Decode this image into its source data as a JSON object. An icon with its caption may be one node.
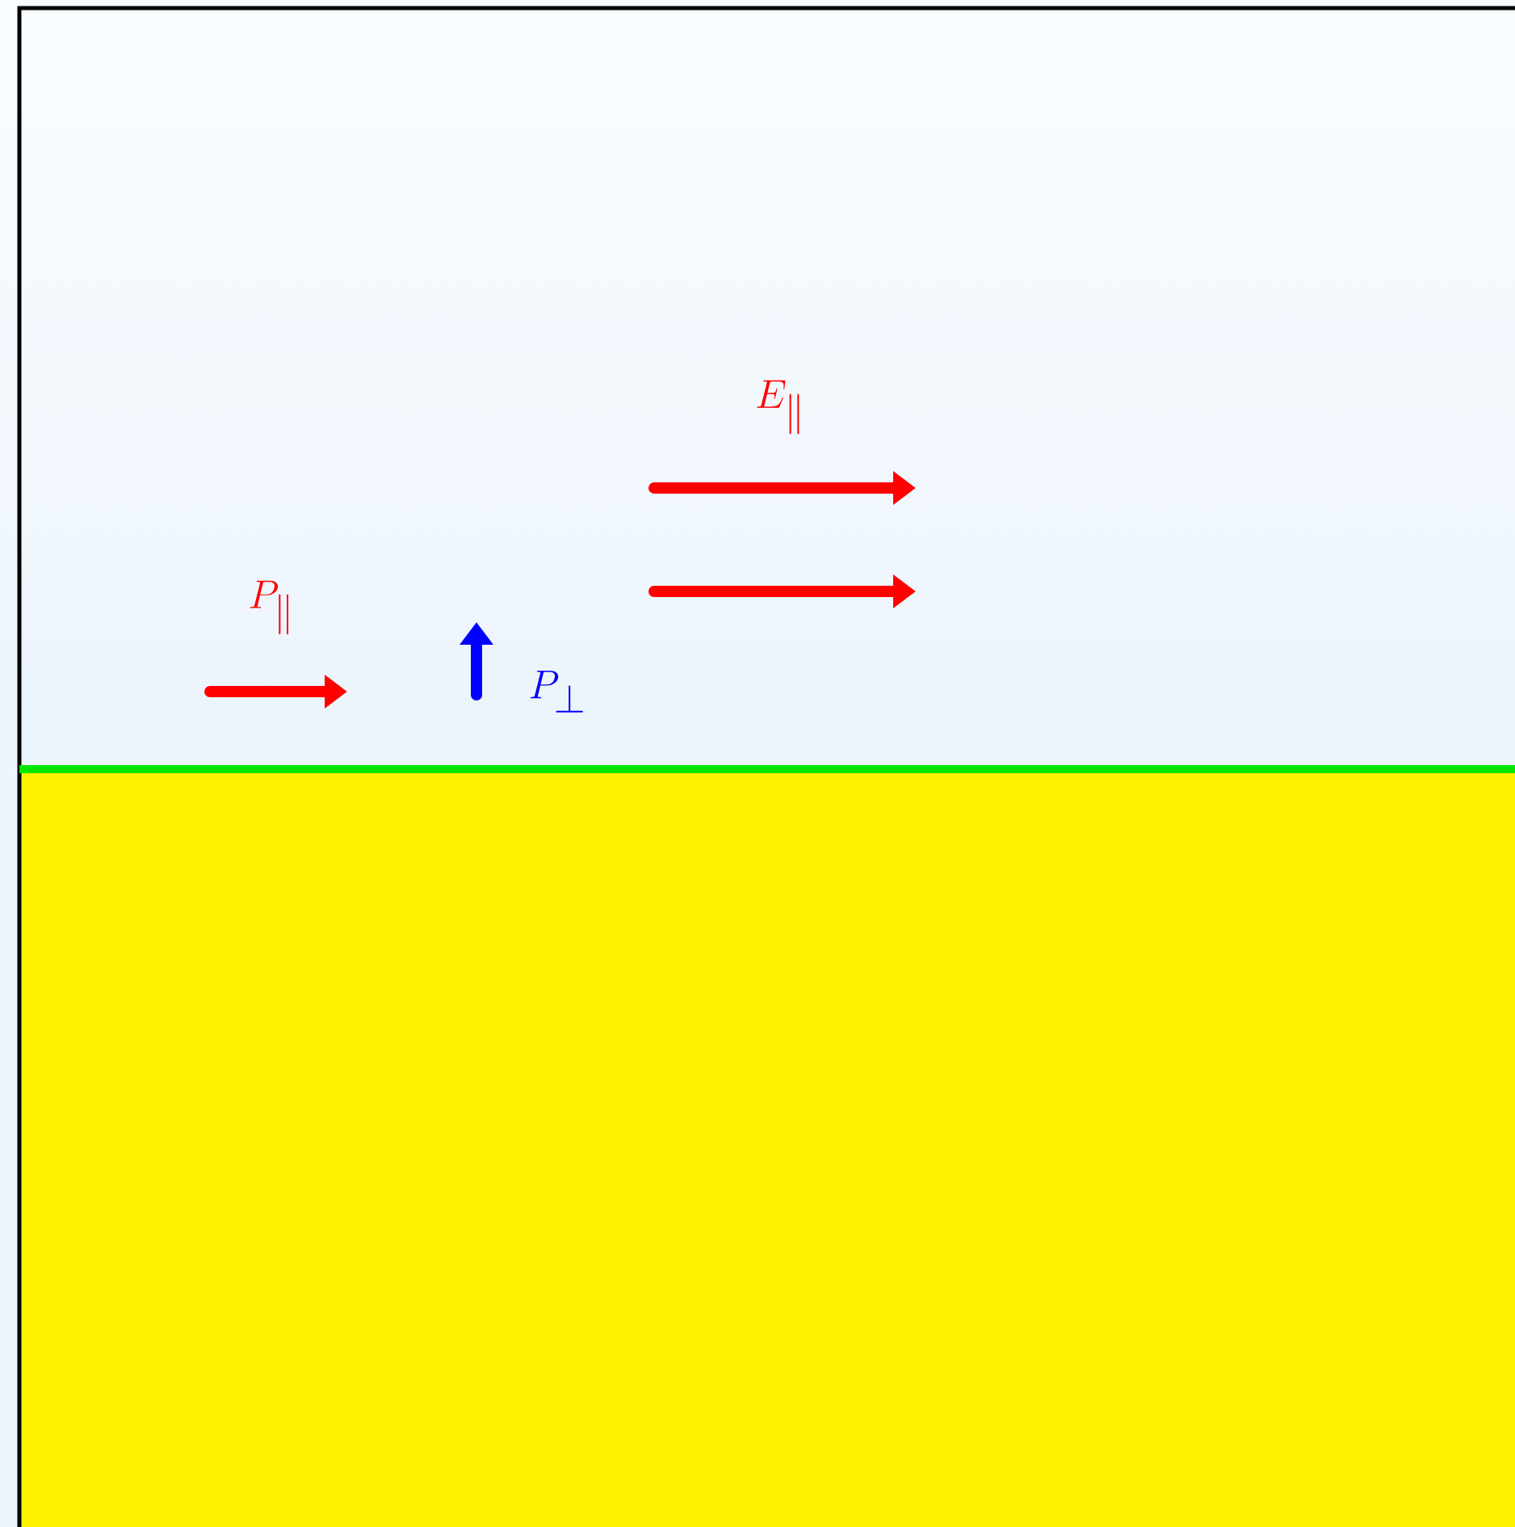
{
  "diagram": {
    "labels": [
      "E_\\parallel",
      "P_\\parallel",
      "P_\\perp"
    ]
  }
}
